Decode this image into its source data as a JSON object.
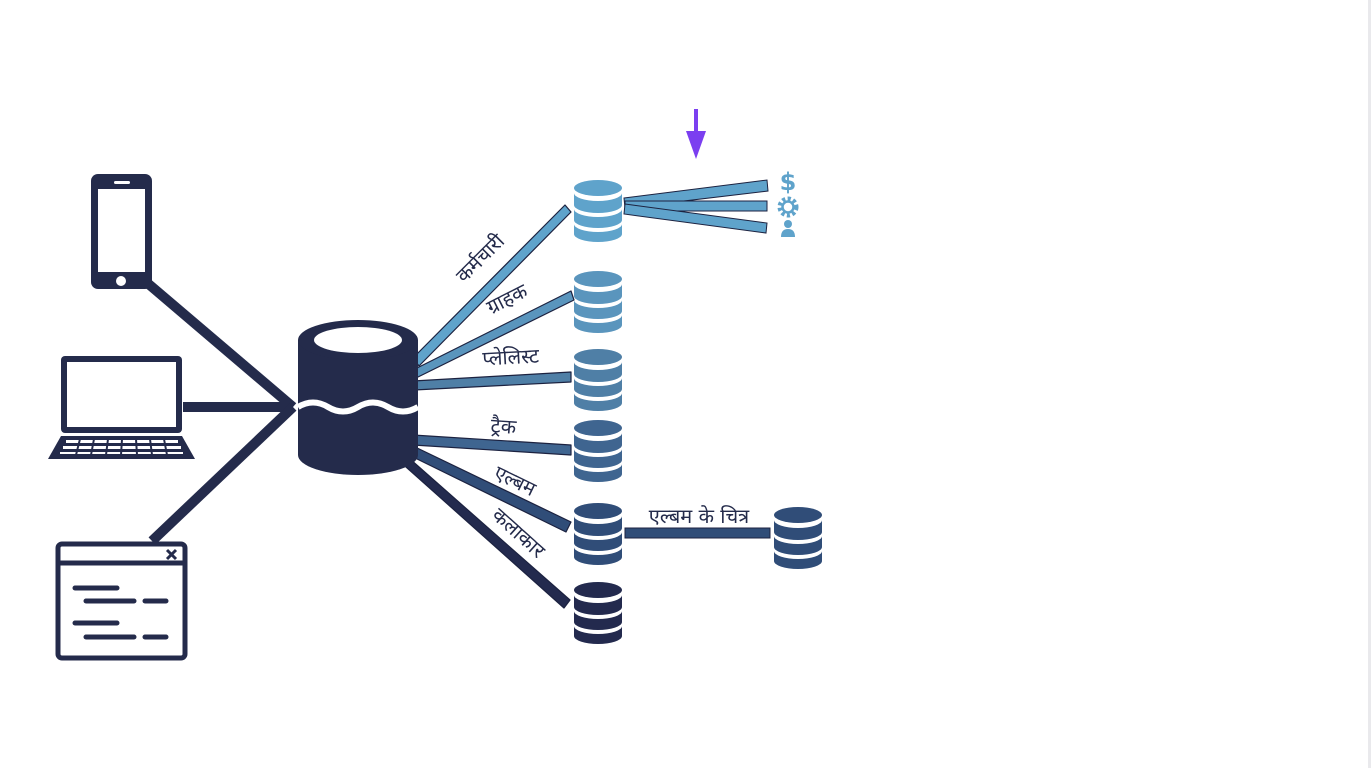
{
  "diagram": {
    "clients": [
      {
        "id": "phone",
        "icon": "smartphone-icon"
      },
      {
        "id": "laptop",
        "icon": "laptop-icon"
      },
      {
        "id": "browser",
        "icon": "browser-window-icon"
      }
    ],
    "central_db": {
      "icon": "database-icon"
    },
    "tables": [
      {
        "label": "कर्मचारी",
        "color": "#5fa3cb"
      },
      {
        "label": "ग्राहक",
        "color": "#5a95bd"
      },
      {
        "label": "प्लेलिस्ट",
        "color": "#4f7fa6"
      },
      {
        "label": "ट्रैक",
        "color": "#3f6590"
      },
      {
        "label": "एल्बम",
        "color": "#304d78"
      },
      {
        "label": "कलाकार",
        "color": "#232a4e"
      }
    ],
    "album_images": {
      "label": "एल्बम के चित्र",
      "color": "#304d78"
    },
    "employee_fields": [
      {
        "icon": "dollar-icon"
      },
      {
        "icon": "gear-icon"
      },
      {
        "icon": "person-icon"
      }
    ],
    "pointer": {
      "icon": "down-arrow-icon",
      "color": "#7b3ff0"
    },
    "colors": {
      "navy": "#242b4b",
      "dark_stroke": "#1c2240"
    }
  }
}
